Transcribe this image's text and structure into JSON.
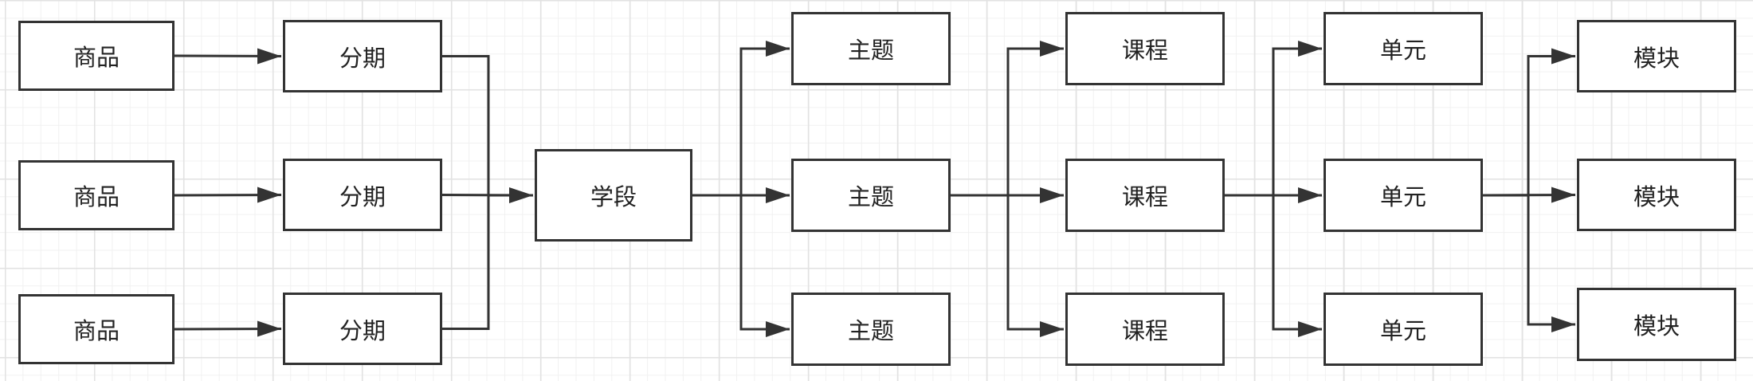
{
  "diagram": {
    "type": "flowchart",
    "colors": {
      "stroke": "#333333",
      "fill": "#ffffff",
      "text": "#222222"
    },
    "nodes": [
      {
        "id": "goods-1",
        "label": "商品"
      },
      {
        "id": "goods-2",
        "label": "商品"
      },
      {
        "id": "goods-3",
        "label": "商品"
      },
      {
        "id": "installment-1",
        "label": "分期"
      },
      {
        "id": "installment-2",
        "label": "分期"
      },
      {
        "id": "installment-3",
        "label": "分期"
      },
      {
        "id": "stage",
        "label": "学段"
      },
      {
        "id": "topic-1",
        "label": "主题"
      },
      {
        "id": "topic-2",
        "label": "主题"
      },
      {
        "id": "topic-3",
        "label": "主题"
      },
      {
        "id": "course-1",
        "label": "课程"
      },
      {
        "id": "course-2",
        "label": "课程"
      },
      {
        "id": "course-3",
        "label": "课程"
      },
      {
        "id": "unit-1",
        "label": "单元"
      },
      {
        "id": "unit-2",
        "label": "单元"
      },
      {
        "id": "unit-3",
        "label": "单元"
      },
      {
        "id": "module-1",
        "label": "模块"
      },
      {
        "id": "module-2",
        "label": "模块"
      },
      {
        "id": "module-3",
        "label": "模块"
      }
    ],
    "edges": [
      {
        "from": "goods-1",
        "to": "installment-1"
      },
      {
        "from": "goods-2",
        "to": "installment-2"
      },
      {
        "from": "goods-3",
        "to": "installment-3"
      },
      {
        "from": "installment-1",
        "to": "stage"
      },
      {
        "from": "installment-2",
        "to": "stage"
      },
      {
        "from": "installment-3",
        "to": "stage"
      },
      {
        "from": "stage",
        "to": "topic-1"
      },
      {
        "from": "stage",
        "to": "topic-2"
      },
      {
        "from": "stage",
        "to": "topic-3"
      },
      {
        "from": "topic-2",
        "to": "course-1"
      },
      {
        "from": "topic-2",
        "to": "course-2"
      },
      {
        "from": "topic-2",
        "to": "course-3"
      },
      {
        "from": "course-2",
        "to": "unit-1"
      },
      {
        "from": "course-2",
        "to": "unit-2"
      },
      {
        "from": "course-2",
        "to": "unit-3"
      },
      {
        "from": "unit-2",
        "to": "module-1"
      },
      {
        "from": "unit-2",
        "to": "module-2"
      },
      {
        "from": "unit-2",
        "to": "module-3"
      }
    ]
  }
}
